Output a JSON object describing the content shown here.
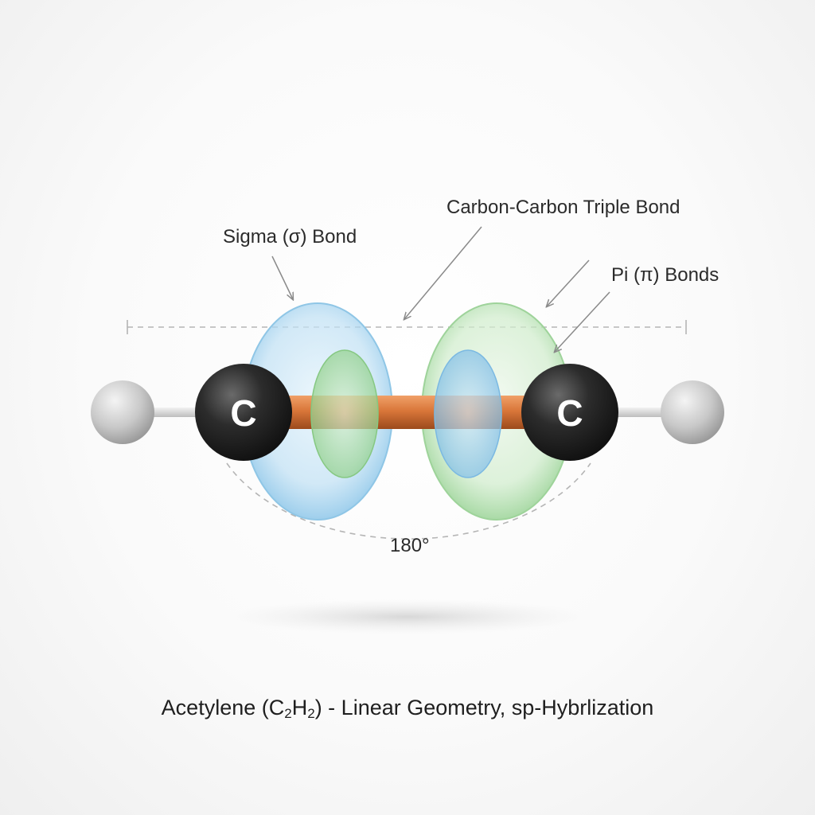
{
  "diagram": {
    "labels": {
      "sigma": "Sigma (σ) Bond",
      "triple": "Carbon-Carbon Triple Bond",
      "pi": "Pi (π) Bonds",
      "angle": "180°"
    },
    "atoms": {
      "carbon_left": "C",
      "carbon_right": "C"
    },
    "colors": {
      "carbon": "#2a2a2a",
      "hydrogen": "#c9c9c9",
      "sigma_bond": "#d9773a",
      "blue_lobe": "#9fd0ee",
      "green_lobe": "#a9dca6",
      "guide_line": "#b5b5b5"
    }
  },
  "caption": {
    "prefix": "Acetylene (C",
    "sub1": "2",
    "mid": "H",
    "sub2": "2",
    "suffix": ") - Linear Geometry, sp-Hybrlization"
  }
}
